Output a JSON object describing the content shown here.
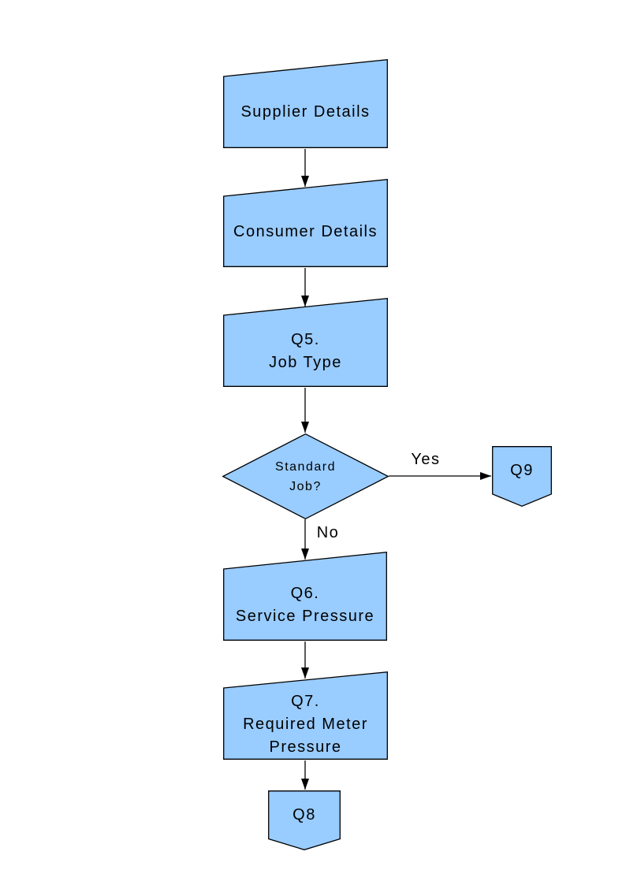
{
  "palette": {
    "node_fill": "#99CCFF",
    "node_border": "#000000",
    "edge_color": "#000000",
    "text_color": "#000000",
    "page_background": "#FFFFFF"
  },
  "flowchart": {
    "nodes": [
      {
        "id": "supplier-details",
        "type": "manual-input",
        "label": "Supplier Details"
      },
      {
        "id": "consumer-details",
        "type": "manual-input",
        "label": "Consumer Details"
      },
      {
        "id": "q5-job-type",
        "type": "manual-input",
        "label": "Q5.\nJob Type"
      },
      {
        "id": "standard-job-decision",
        "type": "decision",
        "label": "Standard\nJob?"
      },
      {
        "id": "q9-connector",
        "type": "off-page-connector",
        "label": "Q9"
      },
      {
        "id": "q6-service-pressure",
        "type": "manual-input",
        "label": "Q6.\nService Pressure"
      },
      {
        "id": "q7-required-meter-pressure",
        "type": "manual-input",
        "label": "Q7.\nRequired Meter\nPressure"
      },
      {
        "id": "q8-connector",
        "type": "off-page-connector",
        "label": "Q8"
      }
    ],
    "edges": [
      {
        "from": "supplier-details",
        "to": "consumer-details",
        "label": ""
      },
      {
        "from": "consumer-details",
        "to": "q5-job-type",
        "label": ""
      },
      {
        "from": "q5-job-type",
        "to": "standard-job-decision",
        "label": ""
      },
      {
        "from": "standard-job-decision",
        "to": "q9-connector",
        "label": "Yes"
      },
      {
        "from": "standard-job-decision",
        "to": "q6-service-pressure",
        "label": "No"
      },
      {
        "from": "q6-service-pressure",
        "to": "q7-required-meter-pressure",
        "label": ""
      },
      {
        "from": "q7-required-meter-pressure",
        "to": "q8-connector",
        "label": ""
      }
    ]
  }
}
